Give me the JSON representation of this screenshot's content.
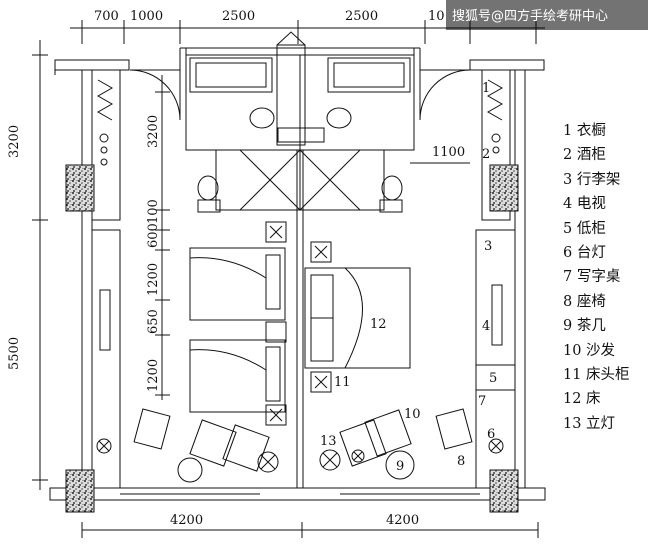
{
  "watermark": "搜狐号@四方手绘考研中心",
  "dimensions": {
    "top": [
      "700",
      "1000",
      "2500",
      "2500",
      "10"
    ],
    "left_outer": [
      "3200",
      "5500"
    ],
    "left_inner": [
      "3200",
      "100",
      "600",
      "1200",
      "650",
      "1200"
    ],
    "right_inner": "1100",
    "bottom": [
      "4200",
      "4200"
    ]
  },
  "plan_numbers": [
    "1",
    "2",
    "3",
    "4",
    "5",
    "6",
    "7",
    "8",
    "9",
    "10",
    "11",
    "12",
    "13"
  ],
  "legend": [
    "1 衣橱",
    "2 酒柜",
    "3 行李架",
    "4 电视",
    "5 低柜",
    "6 台灯",
    "7 写字桌",
    "8 座椅",
    "9 茶几",
    "10 沙发",
    "11 床头柜",
    "12 床",
    "13 立灯"
  ],
  "colors": {
    "line": "#111111",
    "background": "#ffffff",
    "watermark": "#ffffff"
  }
}
